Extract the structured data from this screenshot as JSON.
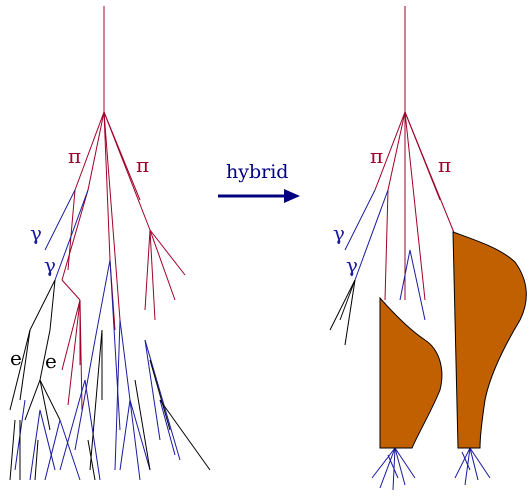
{
  "colors": {
    "hadron": "#a0002a",
    "photon": "#1a1aa0",
    "electron": "#000000",
    "blob": "#c06000",
    "arrow": "#000080"
  },
  "labels": {
    "pi_left": "π",
    "pi_right": "π",
    "gamma_1": "γ",
    "gamma_2": "γ",
    "e_1": "e",
    "e_2": "e",
    "pi_left_hybrid": "π",
    "pi_right_hybrid": "π",
    "gamma_1_hybrid": "γ",
    "gamma_2_hybrid": "γ",
    "transition": "hybrid"
  }
}
